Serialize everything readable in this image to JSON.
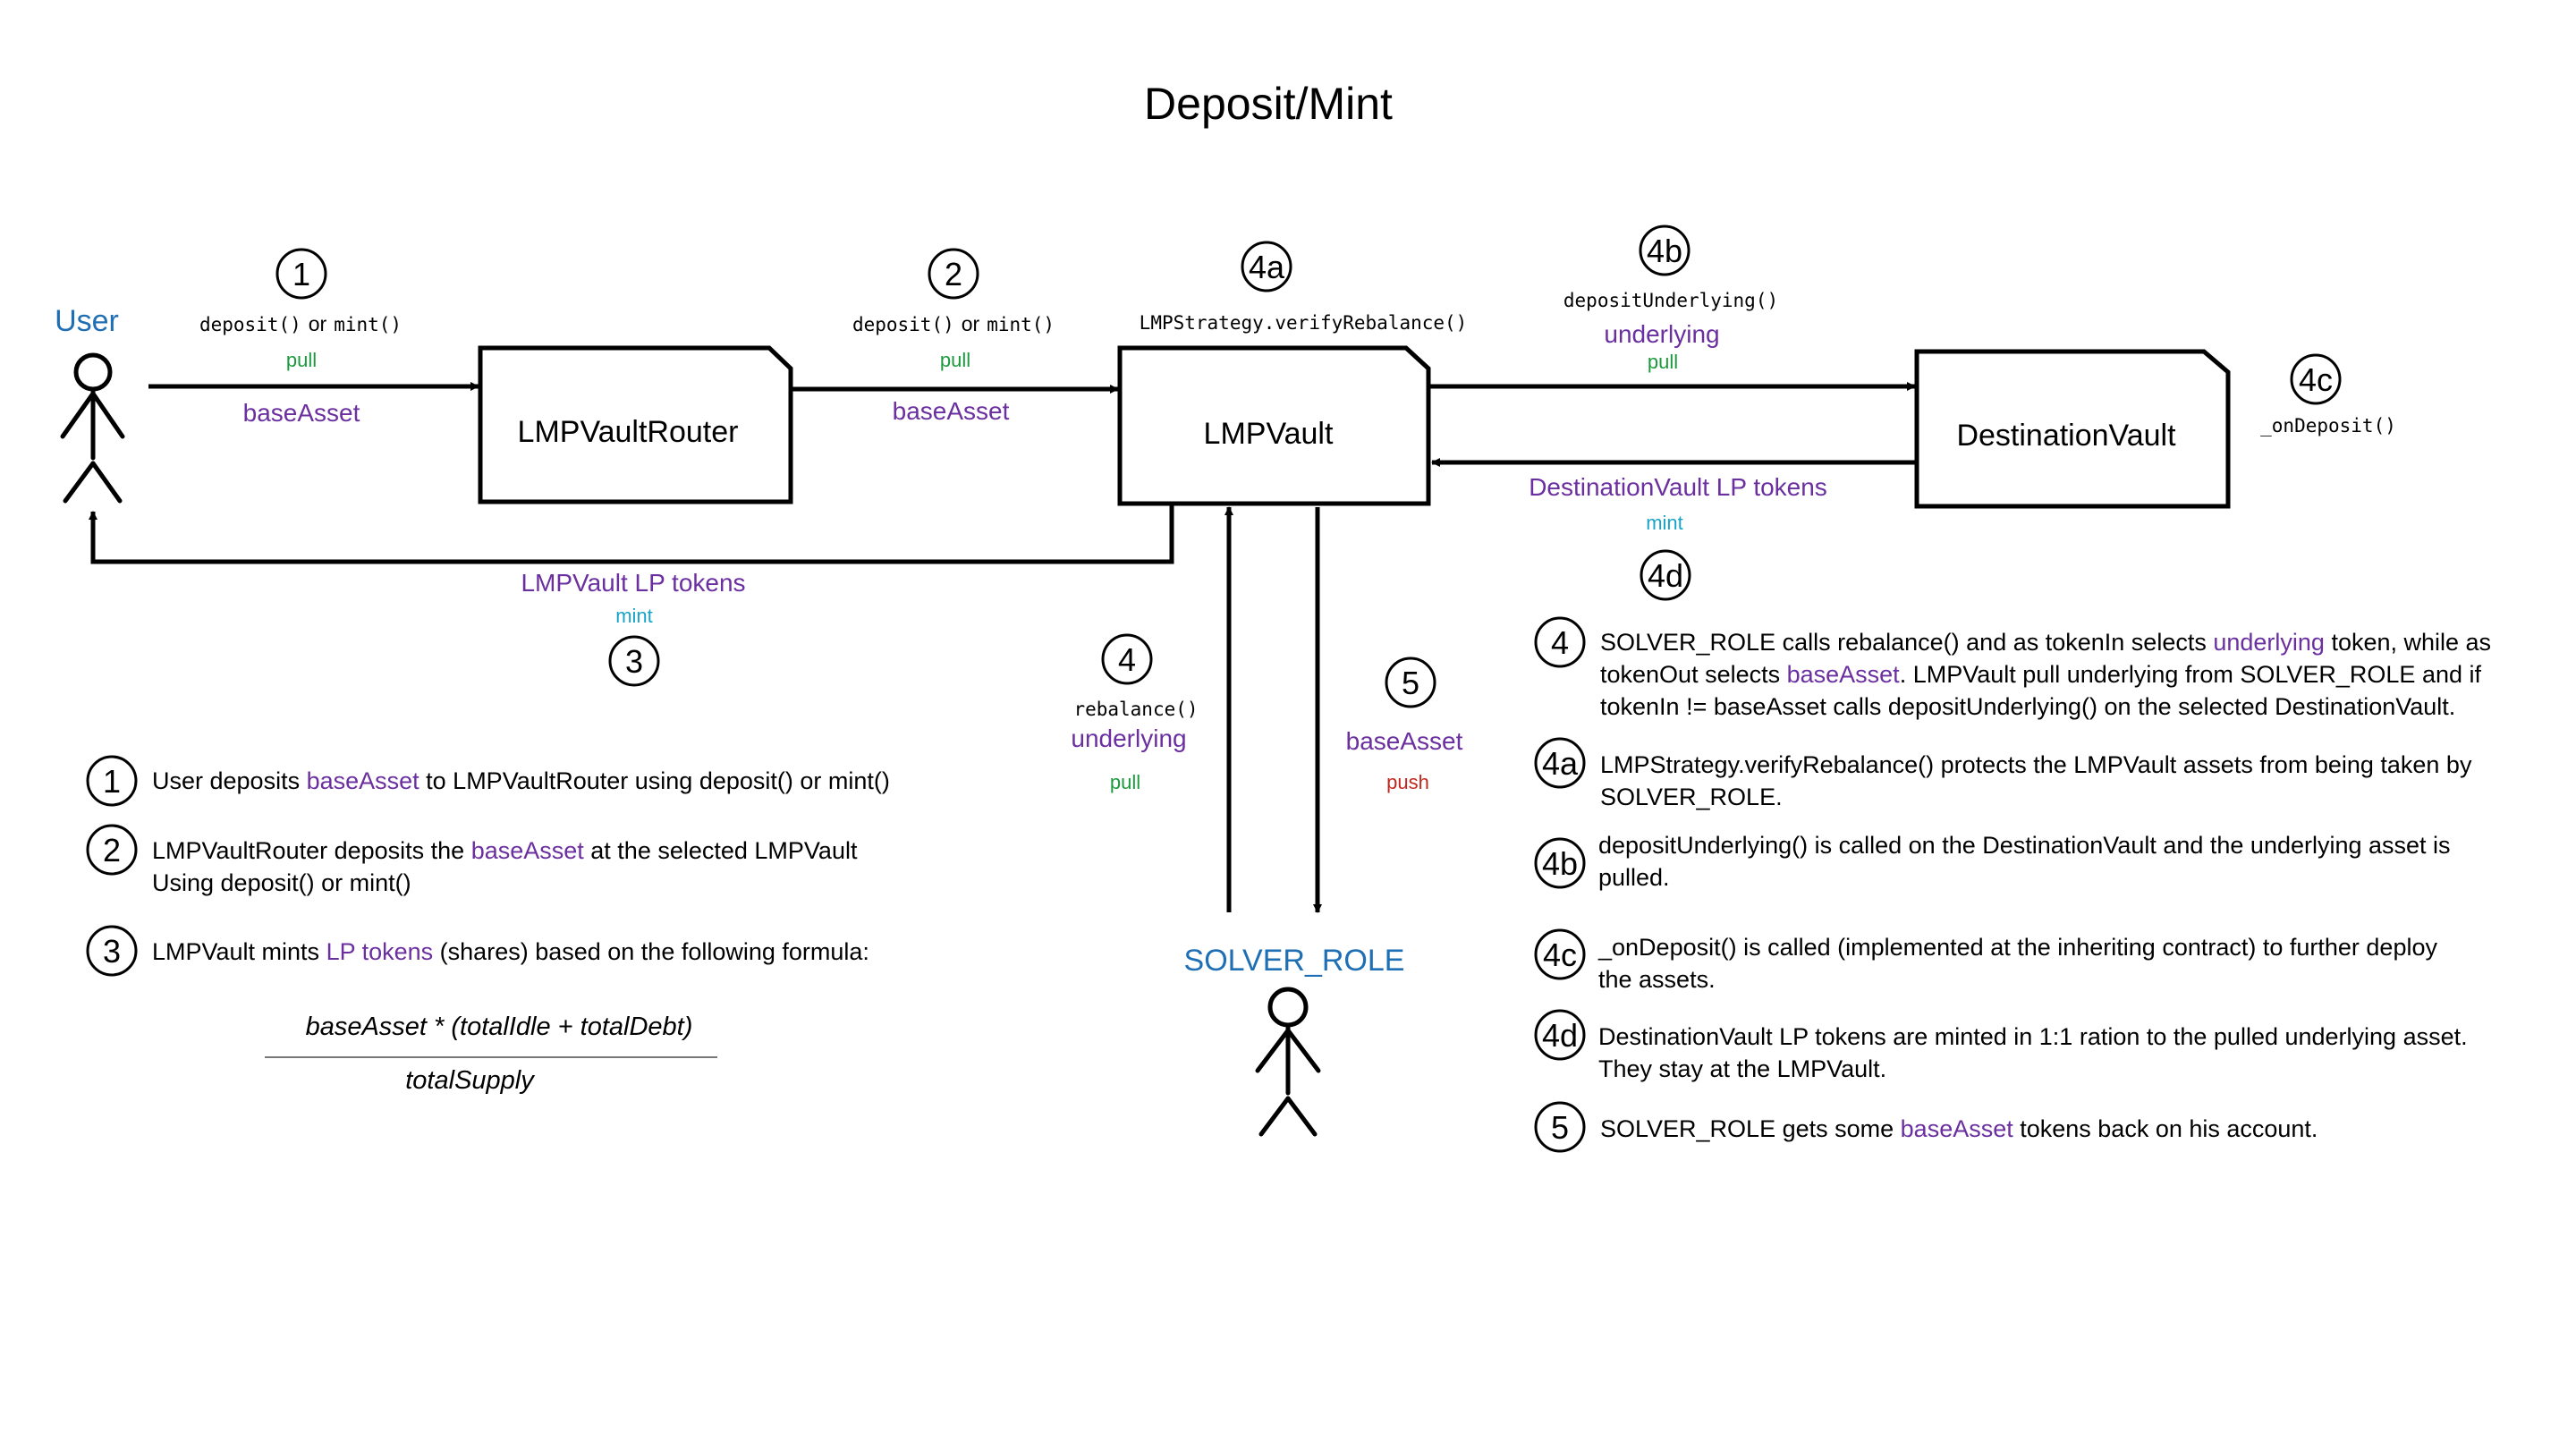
{
  "title": "Deposit/Mint",
  "actors": {
    "user": "User",
    "solver": "SOLVER_ROLE"
  },
  "boxes": {
    "router": "LMPVaultRouter",
    "vault": "LMPVault",
    "destination": "DestinationVault"
  },
  "flows": {
    "step1": {
      "number": "1",
      "fn_a": "deposit()",
      "or": "or",
      "fn_b": "mint()",
      "mode": "pull",
      "asset": "baseAsset"
    },
    "step2": {
      "number": "2",
      "fn_a": "deposit()",
      "or": "or",
      "fn_b": "mint()",
      "mode": "pull",
      "asset": "baseAsset"
    },
    "step3": {
      "number": "3",
      "asset": "LMPVault LP tokens",
      "mode": "mint"
    },
    "step4": {
      "number": "4",
      "fn": "rebalance()",
      "asset": "underlying",
      "mode": "pull"
    },
    "step4a": {
      "number": "4a",
      "fn": "LMPStrategy.verifyRebalance()"
    },
    "step4b": {
      "number": "4b",
      "fn": "depositUnderlying()",
      "asset": "underlying",
      "mode": "pull"
    },
    "step4c": {
      "number": "4c",
      "fn": "_onDeposit()"
    },
    "step4d": {
      "number": "4d",
      "asset": "DestinationVault LP tokens",
      "mode": "mint"
    },
    "step5": {
      "number": "5",
      "asset": "baseAsset",
      "mode": "push"
    }
  },
  "legend_left": {
    "item1": {
      "number": "1",
      "a": "User deposits ",
      "hl": "baseAsset",
      "b": " to LMPVaultRouter using deposit() or mint()"
    },
    "item2": {
      "number": "2",
      "a": "LMPVaultRouter deposits the ",
      "hl": "baseAsset",
      "b": " at the selected LMPVault",
      "line2": "Using deposit() or mint()"
    },
    "item3": {
      "number": "3",
      "a": "LMPVault mints ",
      "hl": "LP tokens",
      "b": " (shares) based on the following formula:"
    },
    "formula": {
      "numerator": "baseAsset * (totalIdle + totalDebt)",
      "denominator": "totalSupply"
    }
  },
  "legend_right": {
    "item4": {
      "number": "4",
      "l1a": "SOLVER_ROLE calls rebalance() and as tokenIn selects ",
      "l1hl": "underlying",
      "l1b": " token, while as",
      "l2a": "tokenOut selects ",
      "l2hl": "baseAsset",
      "l2b": ". LMPVault pull underlying from SOLVER_ROLE and if",
      "l3": "tokenIn != baseAsset calls depositUnderlying() on the selected DestinationVault."
    },
    "item4a": {
      "number": "4a",
      "l1": "LMPStrategy.verifyRebalance() protects the LMPVault assets from being taken by",
      "l2": "SOLVER_ROLE."
    },
    "item4b": {
      "number": "4b",
      "l1": "depositUnderlying() is called on the DestinationVault and the underlying asset is",
      "l2": "pulled."
    },
    "item4c": {
      "number": "4c",
      "l1": "_onDeposit() is called (implemented at the inheriting contract) to further deploy",
      "l2": "the assets."
    },
    "item4d": {
      "number": "4d",
      "l1": "DestinationVault LP tokens are minted in 1:1 ration to the pulled underlying asset.",
      "l2": "They stay at the LMPVault."
    },
    "item5": {
      "number": "5",
      "a": "SOLVER_ROLE gets some ",
      "hl": "baseAsset",
      "b": " tokens back on his account."
    }
  }
}
